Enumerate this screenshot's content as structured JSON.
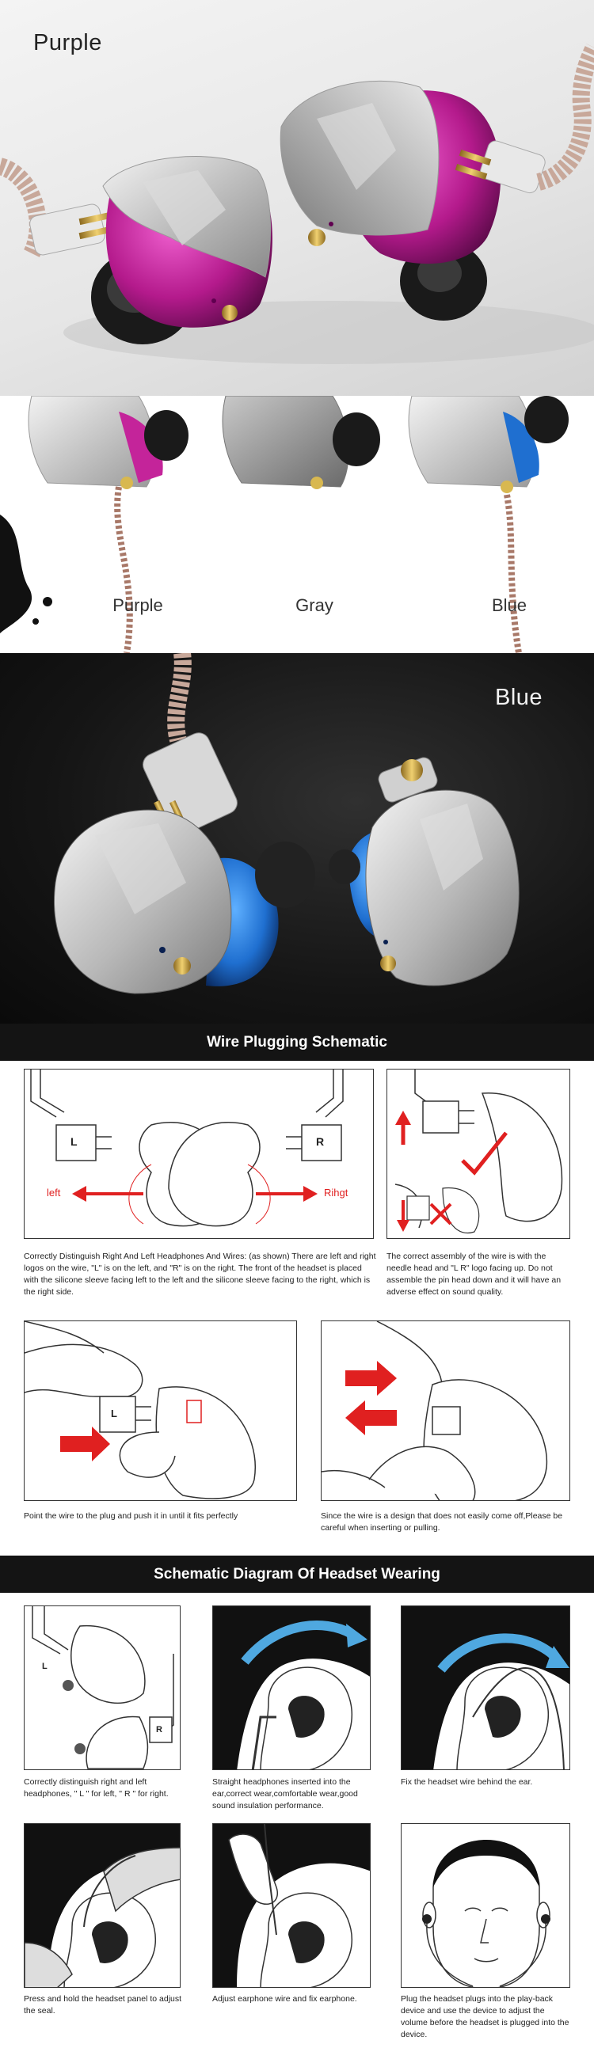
{
  "hero_purple": {
    "title": "Purple"
  },
  "variants": {
    "items": [
      {
        "label": "Purple"
      },
      {
        "label": "Gray"
      },
      {
        "label": "Blue"
      }
    ]
  },
  "hero_blue": {
    "title": "Blue"
  },
  "wire_section": {
    "title": "Wire Plugging Schematic",
    "panel1": {
      "plug_left": "L",
      "plug_right": "R",
      "label_left": "left",
      "label_right": "Rihgt"
    },
    "caption1": "Correctly Distinguish Right And Left Headphones And Wires: (as shown) There are left and right logos on the wire, \"L\" is on the left, and \"R\" is on the right. The front of the headset is placed with the silicone sleeve facing left to the left and the silicone sleeve facing to the right, which is the right side.",
    "caption2": "The correct assembly of the wire is with the needle head and \"L R\" logo facing up. Do not assemble the pin head down and it will have an adverse effect on sound quality.",
    "panel3": {
      "plug": "L"
    },
    "caption3": "Point the wire to the plug and push it in until it fits perfectly",
    "caption4": "Since the wire is a design that does not easily come off,Please be careful when inserting or pulling."
  },
  "wearing_section": {
    "title": "Schematic Diagram Of Headset Wearing",
    "panel1": {
      "plug_left": "L",
      "plug_right": "R"
    },
    "caption1": "Correctly distinguish right and left headphones, \" L \" for left, \" R \" for right.",
    "caption2": "Straight headphones inserted into the ear,correct wear,comfortable wear,good sound insulation performance.",
    "caption3": "Fix the headset wire behind the ear.",
    "caption4": "Press and hold the headset panel to adjust the seal.",
    "caption5": "Adjust earphone wire and fix earphone.",
    "caption6": "Plug the headset plugs into the play-back device and use the device to adjust the volume before the headset is plugged into the device."
  },
  "colors": {
    "purple_accent": "#c4249a",
    "blue_accent": "#1f6fd0",
    "arrow_red": "#e02020",
    "arrow_blue": "#4fa8e0",
    "bar_bg": "#141414"
  }
}
